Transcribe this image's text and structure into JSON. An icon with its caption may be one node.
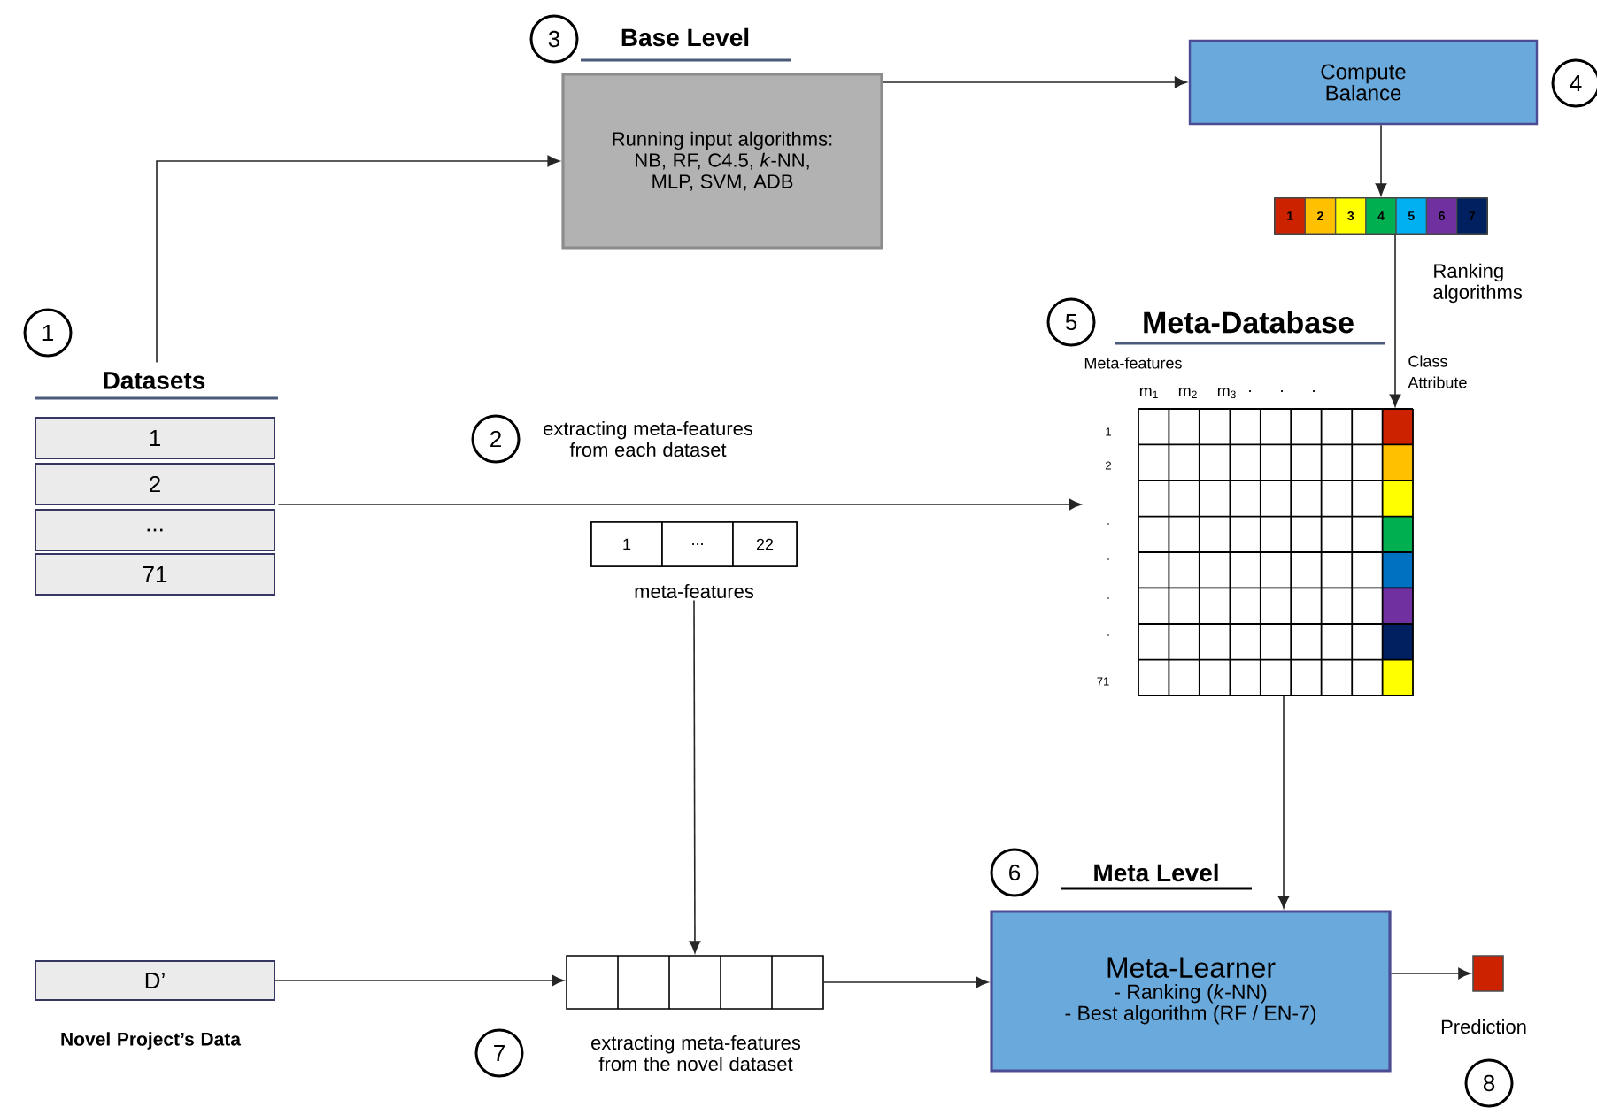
{
  "diagram": {
    "nodes": [
      {
        "text": [
          "Datasets"
        ]
      },
      {
        "text": [
          "1"
        ],
        "in": 0
      },
      {
        "text": [
          "2"
        ],
        "in": 0
      },
      {
        "text": [
          "..."
        ],
        "in": 0
      },
      {
        "text": [
          "71"
        ],
        "in": 0
      },
      {
        "text": [
          "Base Level",
          "Running input algorithms: NB, RF, C4.5, *k*-NN, MLP, SVM, ADB"
        ]
      },
      {
        "text": [
          "Compute Balance"
        ]
      },
      {
        "text": [],
        "shape": "bar",
        "beside": [
          "Ranking algorithms"
        ]
      },
      {
        "text": [
          "1"
        ],
        "in": 7
      },
      {
        "text": [
          "2"
        ],
        "in": 7
      },
      {
        "text": [
          "3"
        ],
        "in": 7
      },
      {
        "text": [
          "4"
        ],
        "in": 7
      },
      {
        "text": [
          "5"
        ],
        "in": 7
      },
      {
        "text": [
          "6"
        ],
        "in": 7
      },
      {
        "text": [
          "7"
        ],
        "in": 7
      },
      {
        "text": [],
        "shape": "box",
        "beside": [
          "1",
          "2",
          ".",
          ".",
          ".",
          ".",
          "71"
        ]
      },
      {
        "text": [],
        "shape": "bar",
        "beside": [
          "meta-features"
        ]
      },
      {
        "text": [
          "1"
        ],
        "in": 16
      },
      {
        "text": [
          "..."
        ],
        "in": 16
      },
      {
        "text": [
          "22"
        ],
        "in": 16
      },
      {
        "text": [
          "D’"
        ],
        "beside": [
          "Novel Project’s Data"
        ]
      },
      {
        "text": [],
        "shape": "bar",
        "beside": [
          "extracting meta-features from the novel dataset"
        ]
      },
      {
        "text": [
          "Meta Level",
          "Meta-Learner",
          "- Ranking (*k*-NN)",
          "- Best algorithm (RF / EN-7)"
        ]
      },
      {
        "text": [],
        "shape": "box",
        "beside": [
          "Prediction"
        ]
      }
    ],
    "edges": [
      {
        "from": 0,
        "to": 5,
        "arrow": "to"
      },
      {
        "from": 5,
        "to": 6,
        "arrow": "to"
      },
      {
        "from": 6,
        "to": 7,
        "arrow": "to"
      },
      {
        "from": 0,
        "to": 15,
        "arrow": "to",
        "label": "extracting meta-features from each dataset"
      },
      {
        "from": 7,
        "to": 15,
        "arrow": "to"
      },
      {
        "from": 16,
        "to": 21,
        "arrow": "to"
      },
      {
        "from": 20,
        "to": 21,
        "arrow": "to"
      },
      {
        "from": 21,
        "to": 22,
        "arrow": "to"
      },
      {
        "from": 15,
        "to": 22,
        "arrow": "to"
      },
      {
        "from": 22,
        "to": 23,
        "arrow": "to"
      }
    ],
    "labels": [
      "3",
      "4",
      "1",
      "5",
      "Meta-Database",
      "Meta-features",
      "m$_{1}$",
      "m$_{2}$",
      "m$_{3}$",
      ".",
      ".",
      ".",
      "Class Attribute",
      "2",
      "6",
      "7",
      "8"
    ]
  }
}
